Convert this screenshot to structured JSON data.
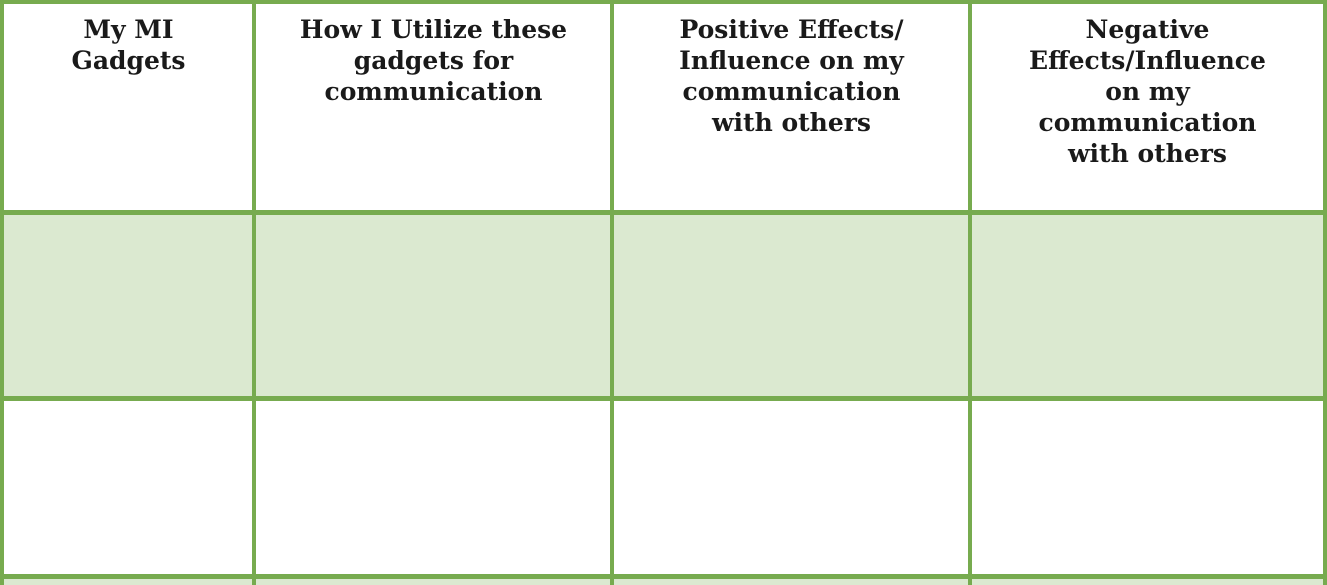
{
  "colors": {
    "border": "#77ab4f",
    "shaded_row": "#dbe9d0",
    "background": "#ffffff",
    "text": "#1a1a1a"
  },
  "table": {
    "headers": [
      "My MI\nGadgets",
      "How I Utilize these\ngadgets for\ncommunication",
      "Positive Effects/\nInfluence on my\ncommunication\nwith others",
      "Negative\nEffects/Influence\non my\ncommunication\nwith others"
    ],
    "rows": [
      {
        "shaded": true,
        "cells": [
          "",
          "",
          "",
          ""
        ]
      },
      {
        "shaded": false,
        "cells": [
          "",
          "",
          "",
          ""
        ]
      },
      {
        "shaded": true,
        "cells": [
          "",
          "",
          "",
          ""
        ]
      }
    ]
  }
}
